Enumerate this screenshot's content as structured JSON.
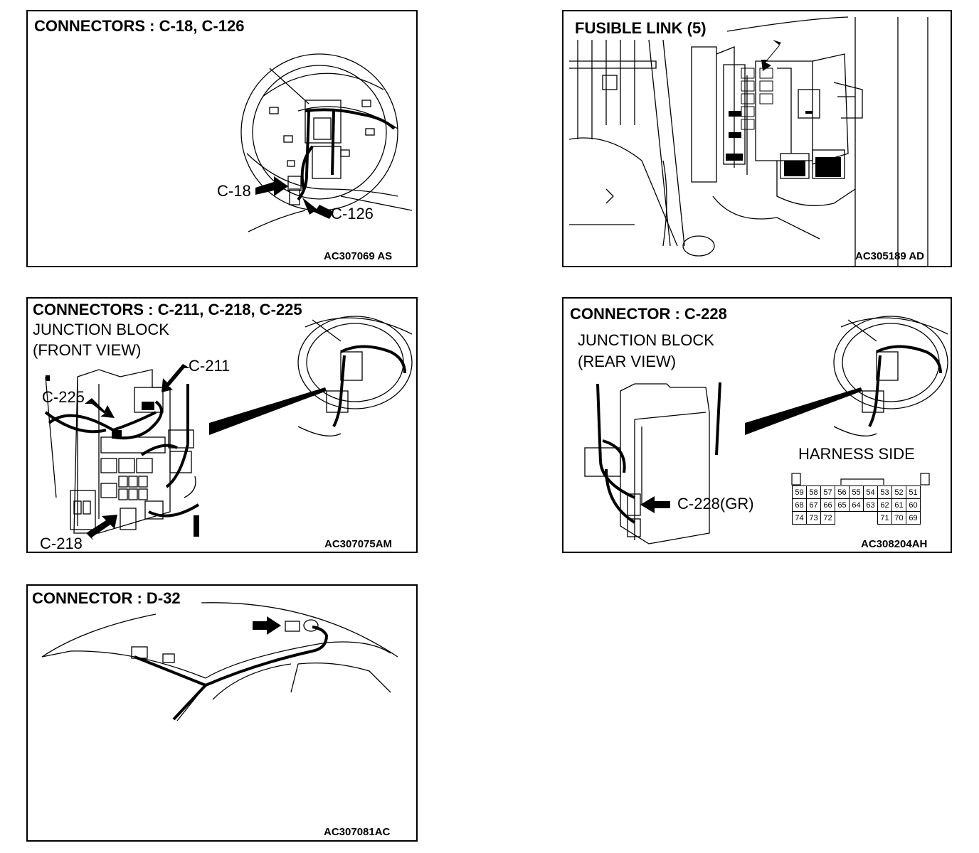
{
  "panels": {
    "p1": {
      "title": "CONNECTORS : C-18, C-126",
      "labels": [
        "C-18",
        "C-126"
      ],
      "code": "AC307069 AS"
    },
    "p2": {
      "title": "FUSIBLE LINK (5)",
      "code": "AC305189 AD"
    },
    "p3": {
      "title": "CONNECTORS : C-211, C-218, C-225",
      "subtitle1": "JUNCTION BLOCK",
      "subtitle2": "(FRONT VIEW)",
      "labels": [
        "C-211",
        "C-225",
        "C-218"
      ],
      "code": "AC307075AM"
    },
    "p4": {
      "title": "CONNECTOR : C-228",
      "subtitle1": "JUNCTION BLOCK",
      "subtitle2": "(REAR VIEW)",
      "harness_label": "HARNESS SIDE",
      "connector_label": "C-228(GR)",
      "pin_rows": [
        [
          "59",
          "58",
          "57",
          "56",
          "55",
          "54",
          "",
          "53",
          "52",
          "51"
        ],
        [
          "68",
          "67",
          "66",
          "65",
          "64",
          "63",
          "",
          "62",
          "61",
          "60"
        ],
        [
          "74",
          "73",
          "72",
          "",
          "",
          "",
          "",
          "71",
          "70",
          "69"
        ]
      ],
      "code": "AC308204AH"
    },
    "p5": {
      "title": "CONNECTOR : D-32",
      "code": "AC307081AC"
    }
  }
}
